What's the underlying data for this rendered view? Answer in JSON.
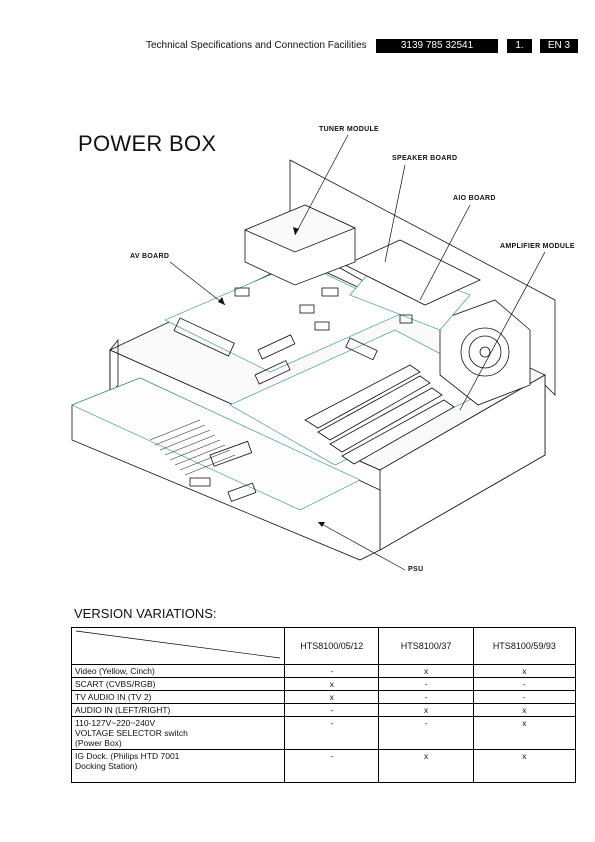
{
  "header": {
    "section_title": "Technical Specifications and Connection Facilities",
    "doc_number": "3139 785 32541",
    "chapter": "1.",
    "page": "EN 3"
  },
  "figure": {
    "title": "POWER BOX",
    "callouts": {
      "tuner_module": "TUNER MODULE",
      "speaker_board": "SPEAKER BOARD",
      "aio_board": "AIO BOARD",
      "amplifier_module": "AMPLIFIER MODULE",
      "av_board": "AV BOARD",
      "psu": "PSU"
    }
  },
  "versions": {
    "heading": "VERSION VARIATIONS:",
    "columns": [
      "HTS8100/05/12",
      "HTS8100/37",
      "HTS8100/59/93"
    ],
    "rows": [
      {
        "feature": "Video (Yellow, Cinch)",
        "v1": "-",
        "v2": "x",
        "v3": "x"
      },
      {
        "feature": "SCART (CVBS/RGB)",
        "v1": "x",
        "v2": "-",
        "v3": "-"
      },
      {
        "feature": "TV AUDIO IN (TV 2)",
        "v1": "x",
        "v2": "-",
        "v3": "-"
      },
      {
        "feature": "AUDIO IN (LEFT/RIGHT)",
        "v1": "-",
        "v2": "x",
        "v3": "x"
      },
      {
        "feature": "110-127V~220~240V\nVOLTAGE SELECTOR switch\n(Power Box)",
        "v1": "-",
        "v2": "-",
        "v3": "x"
      },
      {
        "feature": "IG Dock. (Philips HTD 7001\nDocking Station)",
        "v1": "-",
        "v2": "x",
        "v3": "x"
      }
    ]
  }
}
